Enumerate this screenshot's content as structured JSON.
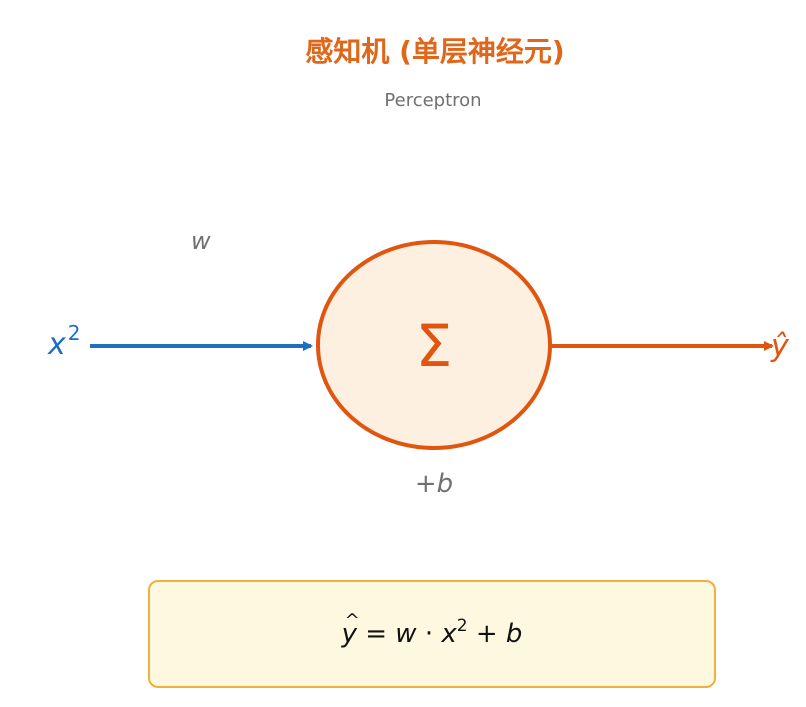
{
  "title": "感知机 (单层神经元)",
  "subtitle": "Perceptron",
  "input": {
    "base": "x",
    "exponent": "2"
  },
  "weight_label": "w",
  "neuron_symbol": "Σ",
  "bias_label": "+b",
  "output_label": "ŷ",
  "formula": {
    "lhs": "y",
    "equals": "=",
    "w": "w",
    "dot": "·",
    "x": "x",
    "exponent": "2",
    "plus": "+",
    "b": "b"
  },
  "colors": {
    "title": "#e0661a",
    "input_arrow": "#1f6fc0",
    "neuron_stroke": "#e0560f",
    "neuron_fill": "#fdf0e1",
    "output_arrow": "#e0560f",
    "formula_border": "#f0b040",
    "formula_fill": "#fff8e1"
  }
}
